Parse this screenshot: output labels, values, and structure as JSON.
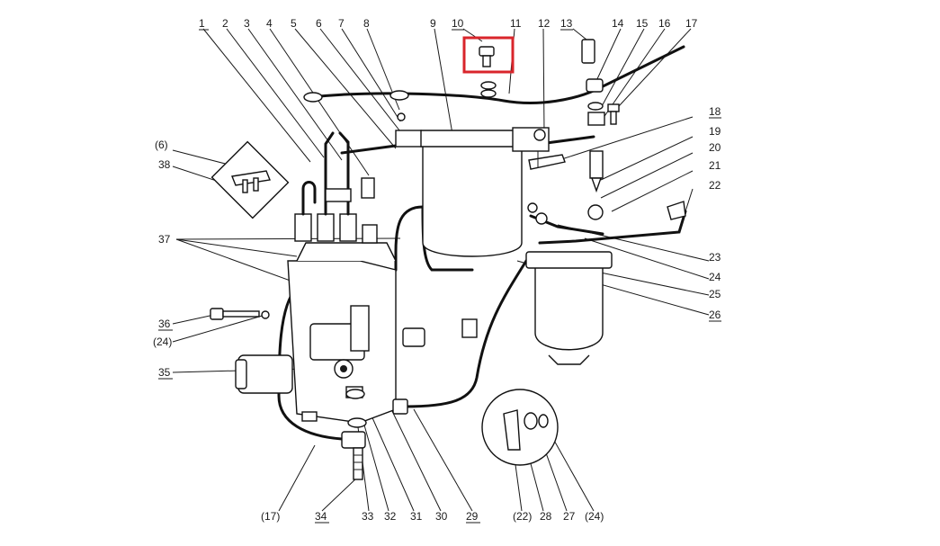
{
  "callouts": {
    "top": [
      "1",
      "2",
      "3",
      "4",
      "5",
      "6",
      "7",
      "8",
      "9",
      "10",
      "11",
      "12",
      "13",
      "14",
      "15",
      "16",
      "17"
    ],
    "right": [
      "18",
      "19",
      "20",
      "21",
      "22",
      "23",
      "24",
      "25",
      "26"
    ],
    "left": [
      "(6)",
      "38",
      "37",
      "36",
      "(24)",
      "35"
    ],
    "bottom": [
      "(17)",
      "34",
      "33",
      "32",
      "31",
      "30",
      "29",
      "(22)",
      "28",
      "27",
      "(24)"
    ]
  },
  "highlight": {
    "part": "10",
    "color": "#d9252b"
  },
  "colors": {
    "ink": "#1a1a1a",
    "paper": "#ffffff"
  }
}
